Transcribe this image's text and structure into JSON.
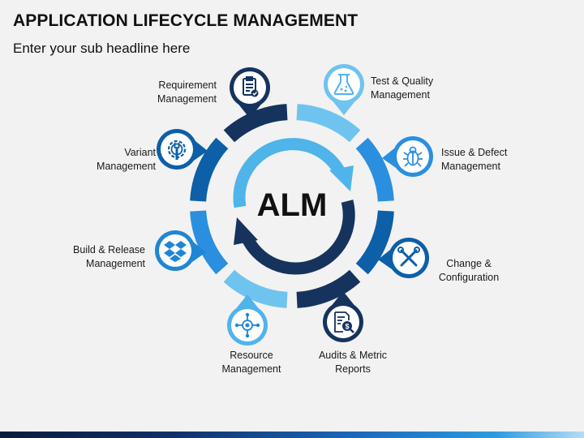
{
  "header": {
    "title": "APPLICATION LIFECYCLE MANAGEMENT",
    "subtitle": "Enter your sub headline here"
  },
  "center": {
    "label": "ALM"
  },
  "colors": {
    "navy": "#15335d",
    "dark_blue": "#0d5fa8",
    "mid_blue": "#1f86d4",
    "light_blue": "#4fb4ea",
    "pale_blue": "#6fc3ef"
  },
  "stages": [
    {
      "id": "test-quality",
      "lines": [
        "Test & Quality",
        "Management"
      ],
      "icon": "flask-icon",
      "color": "#6fc3ef"
    },
    {
      "id": "issue-defect",
      "lines": [
        "Issue & Defect",
        "Management"
      ],
      "icon": "bug-icon",
      "color": "#2b8fdf"
    },
    {
      "id": "change-configuration",
      "lines": [
        "Change &",
        "Configuration"
      ],
      "icon": "tools-icon",
      "color": "#0d5fa8"
    },
    {
      "id": "audits-metric",
      "lines": [
        "Audits & Metric",
        "Reports"
      ],
      "icon": "audit-report-icon",
      "color": "#15335d"
    },
    {
      "id": "resource",
      "lines": [
        "Resource",
        "Management"
      ],
      "icon": "resource-network-icon",
      "color": "#4fb4ea"
    },
    {
      "id": "build-release",
      "lines": [
        "Build & Release",
        "Management"
      ],
      "icon": "dropbox-box-icon",
      "color": "#1f86d4"
    },
    {
      "id": "variant",
      "lines": [
        "Variant",
        "Management"
      ],
      "icon": "gear-wrench-icon",
      "color": "#0d5fa8"
    },
    {
      "id": "requirement",
      "lines": [
        "Requirement",
        "Management"
      ],
      "icon": "clipboard-check-icon",
      "color": "#15335d"
    }
  ]
}
